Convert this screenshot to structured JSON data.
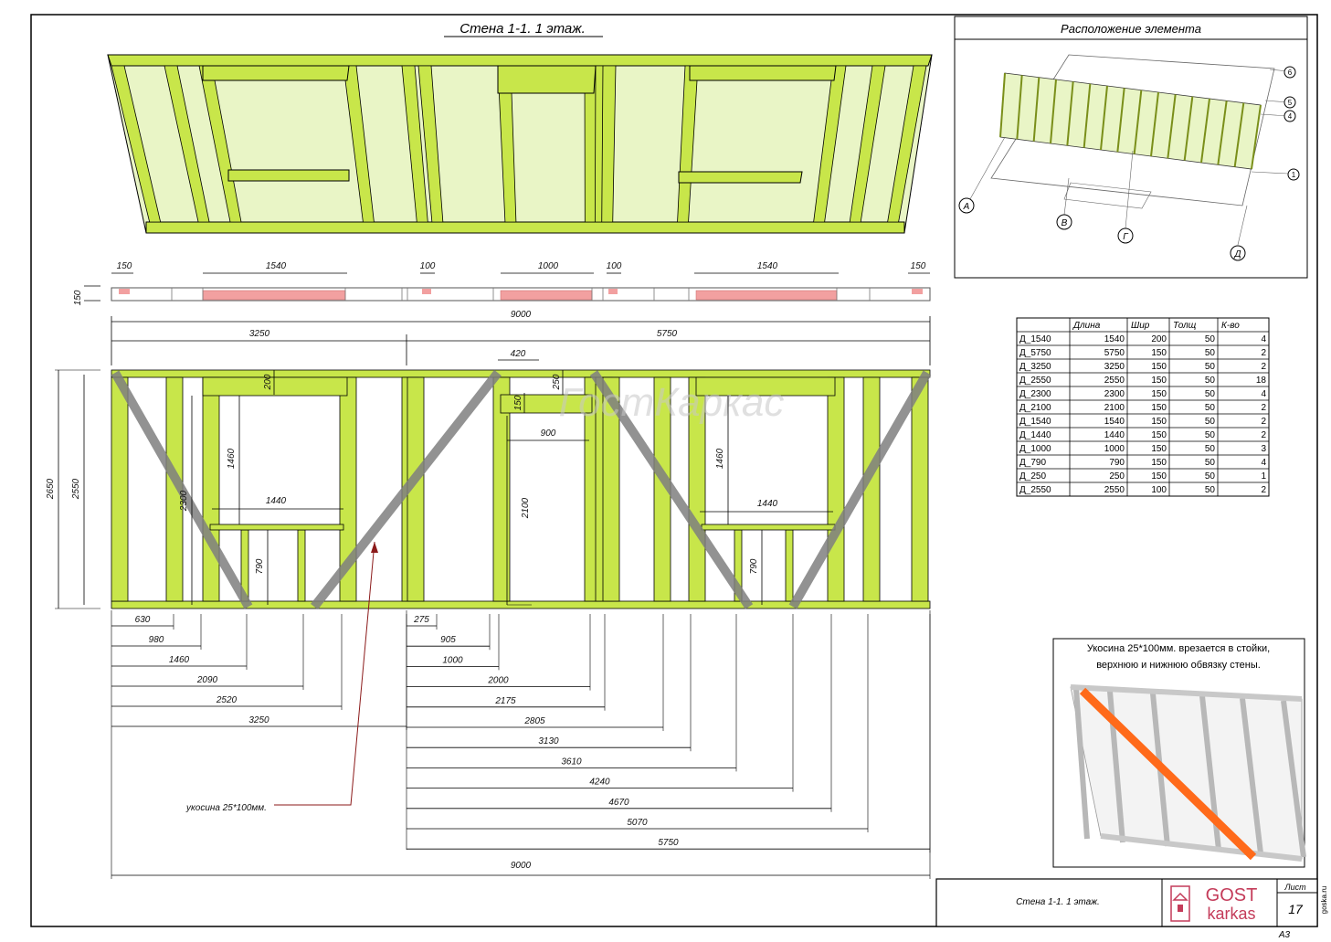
{
  "title": "Стена 1-1.   1 этаж.",
  "location_panel": {
    "title": "Расположение элемента",
    "axis_labels": [
      "А",
      "В",
      "Г",
      "Д"
    ],
    "row_labels": [
      "1",
      "4",
      "5",
      "6"
    ]
  },
  "plan_dims": {
    "plate": "150",
    "opening_widths": [
      "150",
      "1540",
      "100",
      "1000",
      "100",
      "1540",
      "150"
    ]
  },
  "top_dims": {
    "total": "9000",
    "left": "3250",
    "right": "5750",
    "door_header": "420"
  },
  "height_dims": {
    "total": "2650",
    "stud": "2550",
    "window_h": "2300",
    "door_h": "2100"
  },
  "opening_dims": {
    "header_left": "200",
    "window_left_h": "1460",
    "window_left_w": "1440",
    "sill_left": "790",
    "door_top": "150",
    "door_header2": "250",
    "door_w": "900",
    "window_right_h": "1460",
    "window_right_w": "1440",
    "sill_right": "790"
  },
  "bottom_dims_left": [
    "630",
    "980",
    "1460",
    "2090",
    "2520",
    "3250"
  ],
  "bottom_dims_right": [
    "275",
    "905",
    "1000",
    "2000",
    "2175",
    "2805",
    "3130",
    "3610",
    "4240",
    "4670",
    "5070",
    "5750"
  ],
  "bottom_total": "9000",
  "brace_callout": "укосина 25*100мм.",
  "watermark": "ГостКаркас",
  "parts_table": {
    "headers": [
      "",
      "Длина",
      "Шир",
      "Толщ",
      "К-во"
    ],
    "rows": [
      [
        "Д_1540",
        "1540",
        "200",
        "50",
        "4"
      ],
      [
        "Д_5750",
        "5750",
        "150",
        "50",
        "2"
      ],
      [
        "Д_3250",
        "3250",
        "150",
        "50",
        "2"
      ],
      [
        "Д_2550",
        "2550",
        "150",
        "50",
        "18"
      ],
      [
        "Д_2300",
        "2300",
        "150",
        "50",
        "4"
      ],
      [
        "Д_2100",
        "2100",
        "150",
        "50",
        "2"
      ],
      [
        "Д_1540",
        "1540",
        "150",
        "50",
        "2"
      ],
      [
        "Д_1440",
        "1440",
        "150",
        "50",
        "2"
      ],
      [
        "Д_1000",
        "1000",
        "150",
        "50",
        "3"
      ],
      [
        "Д_790",
        "790",
        "150",
        "50",
        "4"
      ],
      [
        "Д_250",
        "250",
        "150",
        "50",
        "1"
      ],
      [
        "Д_2550",
        "2550",
        "100",
        "50",
        "2"
      ]
    ]
  },
  "brace_note": {
    "line1": "Укосина 25*100мм. врезается в стойки,",
    "line2": "верхнюю и нижнюю обвязку стены."
  },
  "title_block": {
    "sheet_name": "Стена 1-1.   1 этаж.",
    "logo_top": "GOST",
    "logo_bottom": "karkas",
    "sheet_label": "Лист",
    "sheet_number": "17",
    "format": "А3",
    "site": "goska.ru"
  },
  "colors": {
    "timber": "#c8e64a",
    "timber_dark": "#7a8f1a",
    "brace": "#7f7f7f",
    "plan_fill": "#f2a0a0",
    "orange_brace": "#ff6a1a"
  }
}
